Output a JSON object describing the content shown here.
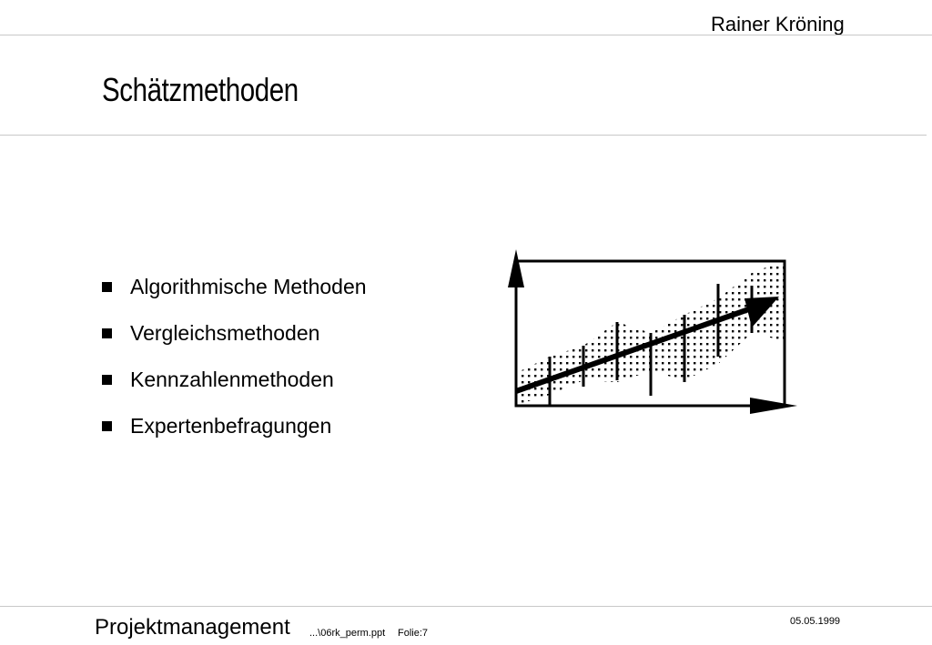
{
  "header": {
    "author": "Rainer Kröning"
  },
  "slide": {
    "title": "Schätzmethoden",
    "bullets": [
      "Algorithmische Methoden",
      "Vergleichsmethoden",
      "Kennzahlenmethoden",
      "Expertenbefragungen"
    ]
  },
  "footer": {
    "title": "Projektmanagement",
    "file": "...\\06rk_perm.ppt",
    "slide": "Folie:7",
    "date": "05.05.1999"
  },
  "diagram_icons": [
    "y-axis-arrow-icon",
    "x-axis-arrow-icon",
    "trend-arrow-icon",
    "uncertainty-band-icon"
  ]
}
